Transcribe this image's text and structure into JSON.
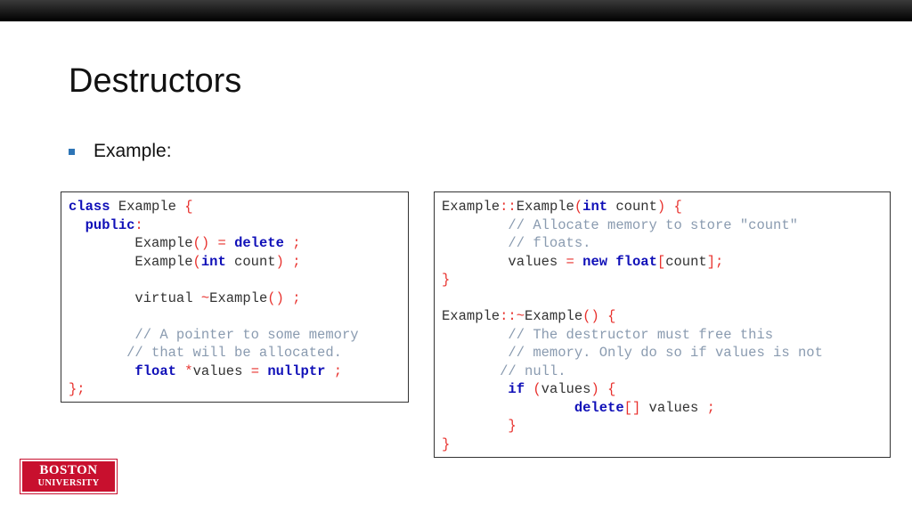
{
  "slide": {
    "title": "Destructors",
    "bullet": "Example:"
  },
  "code_left": [
    [
      [
        "kw",
        "class"
      ],
      [
        "tx",
        " Example "
      ],
      [
        "op",
        "{"
      ]
    ],
    [
      [
        "tx",
        "  "
      ],
      [
        "kw",
        "public"
      ],
      [
        "op",
        ":"
      ]
    ],
    [
      [
        "tx",
        "        Example"
      ],
      [
        "op",
        "()"
      ],
      [
        "tx",
        " "
      ],
      [
        "op",
        "="
      ],
      [
        "tx",
        " "
      ],
      [
        "kw",
        "delete"
      ],
      [
        "tx",
        " "
      ],
      [
        "op",
        ";"
      ]
    ],
    [
      [
        "tx",
        "        Example"
      ],
      [
        "op",
        "("
      ],
      [
        "kw",
        "int"
      ],
      [
        "tx",
        " count"
      ],
      [
        "op",
        ")"
      ],
      [
        "tx",
        " "
      ],
      [
        "op",
        ";"
      ]
    ],
    [
      [
        "tx",
        ""
      ]
    ],
    [
      [
        "tx",
        "        virtual "
      ],
      [
        "op",
        "~"
      ],
      [
        "tx",
        "Example"
      ],
      [
        "op",
        "()"
      ],
      [
        "tx",
        " "
      ],
      [
        "op",
        ";"
      ]
    ],
    [
      [
        "tx",
        ""
      ]
    ],
    [
      [
        "cm",
        "        // A pointer to some memory"
      ]
    ],
    [
      [
        "cm",
        "       // that will be allocated."
      ]
    ],
    [
      [
        "tx",
        "        "
      ],
      [
        "kw",
        "float"
      ],
      [
        "tx",
        " "
      ],
      [
        "op",
        "*"
      ],
      [
        "tx",
        "values "
      ],
      [
        "op",
        "="
      ],
      [
        "tx",
        " "
      ],
      [
        "kw",
        "nullptr"
      ],
      [
        "tx",
        " "
      ],
      [
        "op",
        ";"
      ]
    ],
    [
      [
        "op",
        "};"
      ]
    ]
  ],
  "code_right": [
    [
      [
        "tx",
        "Example"
      ],
      [
        "op",
        "::"
      ],
      [
        "tx",
        "Example"
      ],
      [
        "op",
        "("
      ],
      [
        "kw",
        "int"
      ],
      [
        "tx",
        " count"
      ],
      [
        "op",
        ")"
      ],
      [
        "tx",
        " "
      ],
      [
        "op",
        "{"
      ]
    ],
    [
      [
        "cm",
        "        // Allocate memory to store \"count\""
      ]
    ],
    [
      [
        "cm",
        "        // floats."
      ]
    ],
    [
      [
        "tx",
        "        values "
      ],
      [
        "op",
        "="
      ],
      [
        "tx",
        " "
      ],
      [
        "kw",
        "new"
      ],
      [
        "tx",
        " "
      ],
      [
        "kw",
        "float"
      ],
      [
        "op",
        "["
      ],
      [
        "tx",
        "count"
      ],
      [
        "op",
        "];"
      ]
    ],
    [
      [
        "op",
        "}"
      ]
    ],
    [
      [
        "tx",
        ""
      ]
    ],
    [
      [
        "tx",
        "Example"
      ],
      [
        "op",
        "::~"
      ],
      [
        "tx",
        "Example"
      ],
      [
        "op",
        "()"
      ],
      [
        "tx",
        " "
      ],
      [
        "op",
        "{"
      ]
    ],
    [
      [
        "cm",
        "        // The destructor must free this"
      ]
    ],
    [
      [
        "cm",
        "        // memory. Only do so if values is not"
      ]
    ],
    [
      [
        "cm",
        "       // null."
      ]
    ],
    [
      [
        "tx",
        "        "
      ],
      [
        "kw",
        "if"
      ],
      [
        "tx",
        " "
      ],
      [
        "op",
        "("
      ],
      [
        "tx",
        "values"
      ],
      [
        "op",
        ")"
      ],
      [
        "tx",
        " "
      ],
      [
        "op",
        "{"
      ]
    ],
    [
      [
        "tx",
        "                "
      ],
      [
        "kw",
        "delete"
      ],
      [
        "op",
        "[]"
      ],
      [
        "tx",
        " values "
      ],
      [
        "op",
        ";"
      ]
    ],
    [
      [
        "tx",
        "        "
      ],
      [
        "op",
        "}"
      ]
    ],
    [
      [
        "op",
        "}"
      ]
    ]
  ],
  "logo": {
    "line1": "BOSTON",
    "line2": "UNIVERSITY"
  },
  "colors": {
    "keyword": "#1010b8",
    "operator": "#e8322e",
    "comment": "#8a9bb0",
    "bullet": "#2e75b6",
    "logo_bg": "#c8102e"
  }
}
